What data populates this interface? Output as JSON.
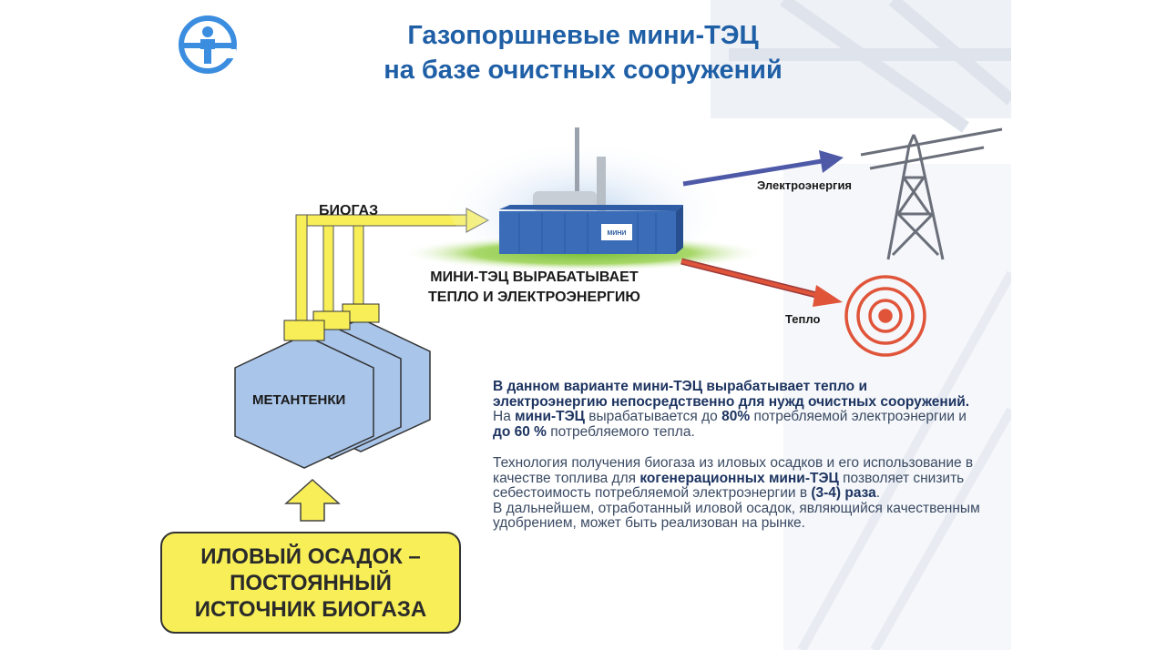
{
  "title": {
    "line1": "Газопоршневые мини-ТЭЦ",
    "line2": "на базе очистных сооружений"
  },
  "logo": {
    "icon": "person-e-logo-icon",
    "color": "#3b8de0"
  },
  "diagram": {
    "biogas_label": "БИОГАЗ",
    "chp_label_line1": "МИНИ-ТЭЦ ВЫРАБАТЫВАЕТ",
    "chp_label_line2": "ТЕПЛО И ЭЛЕКТРОЭНЕРГИЮ",
    "electricity_label": "Электроэнергия",
    "heat_label": "Тепло",
    "digesters_label": "МЕТАНТЕНКИ",
    "container_brand": "МИНИ"
  },
  "description": {
    "p1_part1": "В данном варианте мини-ТЭЦ вырабатывает тепло и электроэнергию непосредственно для нужд очистных сооружений.",
    "p1_part2": " На ",
    "p1_part3": "мини-ТЭЦ",
    "p1_part4": " вырабатывается до ",
    "p1_part5": "80%",
    "p1_part6": " потребляемой электроэнергии и ",
    "p1_part7": "до 60 %",
    "p1_part8": " потребляемого тепла.",
    "p2_part1": "Технология получения биогаза из иловых осадков и его использование в качестве топлива для ",
    "p2_part2": "когенерационных мини-ТЭЦ",
    "p2_part3": " позволяет снизить себестоимость потребляемой электроэнергии в ",
    "p2_part4": "(3-4) раза",
    "p2_part5": ".",
    "p3": "В дальнейшем, отработанный иловой осадок, являющийся качественным удобрением, может быть реализован на рынке."
  },
  "sludge_box": {
    "line1": "ИЛОВЫЙ ОСАДОК –",
    "line2": "ПОСТОЯННЫЙ",
    "line3": "ИСТОЧНИК БИОГАЗА"
  },
  "colors": {
    "title": "#1f5fa6",
    "yellow": "#f7ee58",
    "tank": "#a9c5ea",
    "arrow_blue": "#4e5aa8",
    "arrow_red": "#e0553a",
    "container": "#3a6cb8"
  }
}
